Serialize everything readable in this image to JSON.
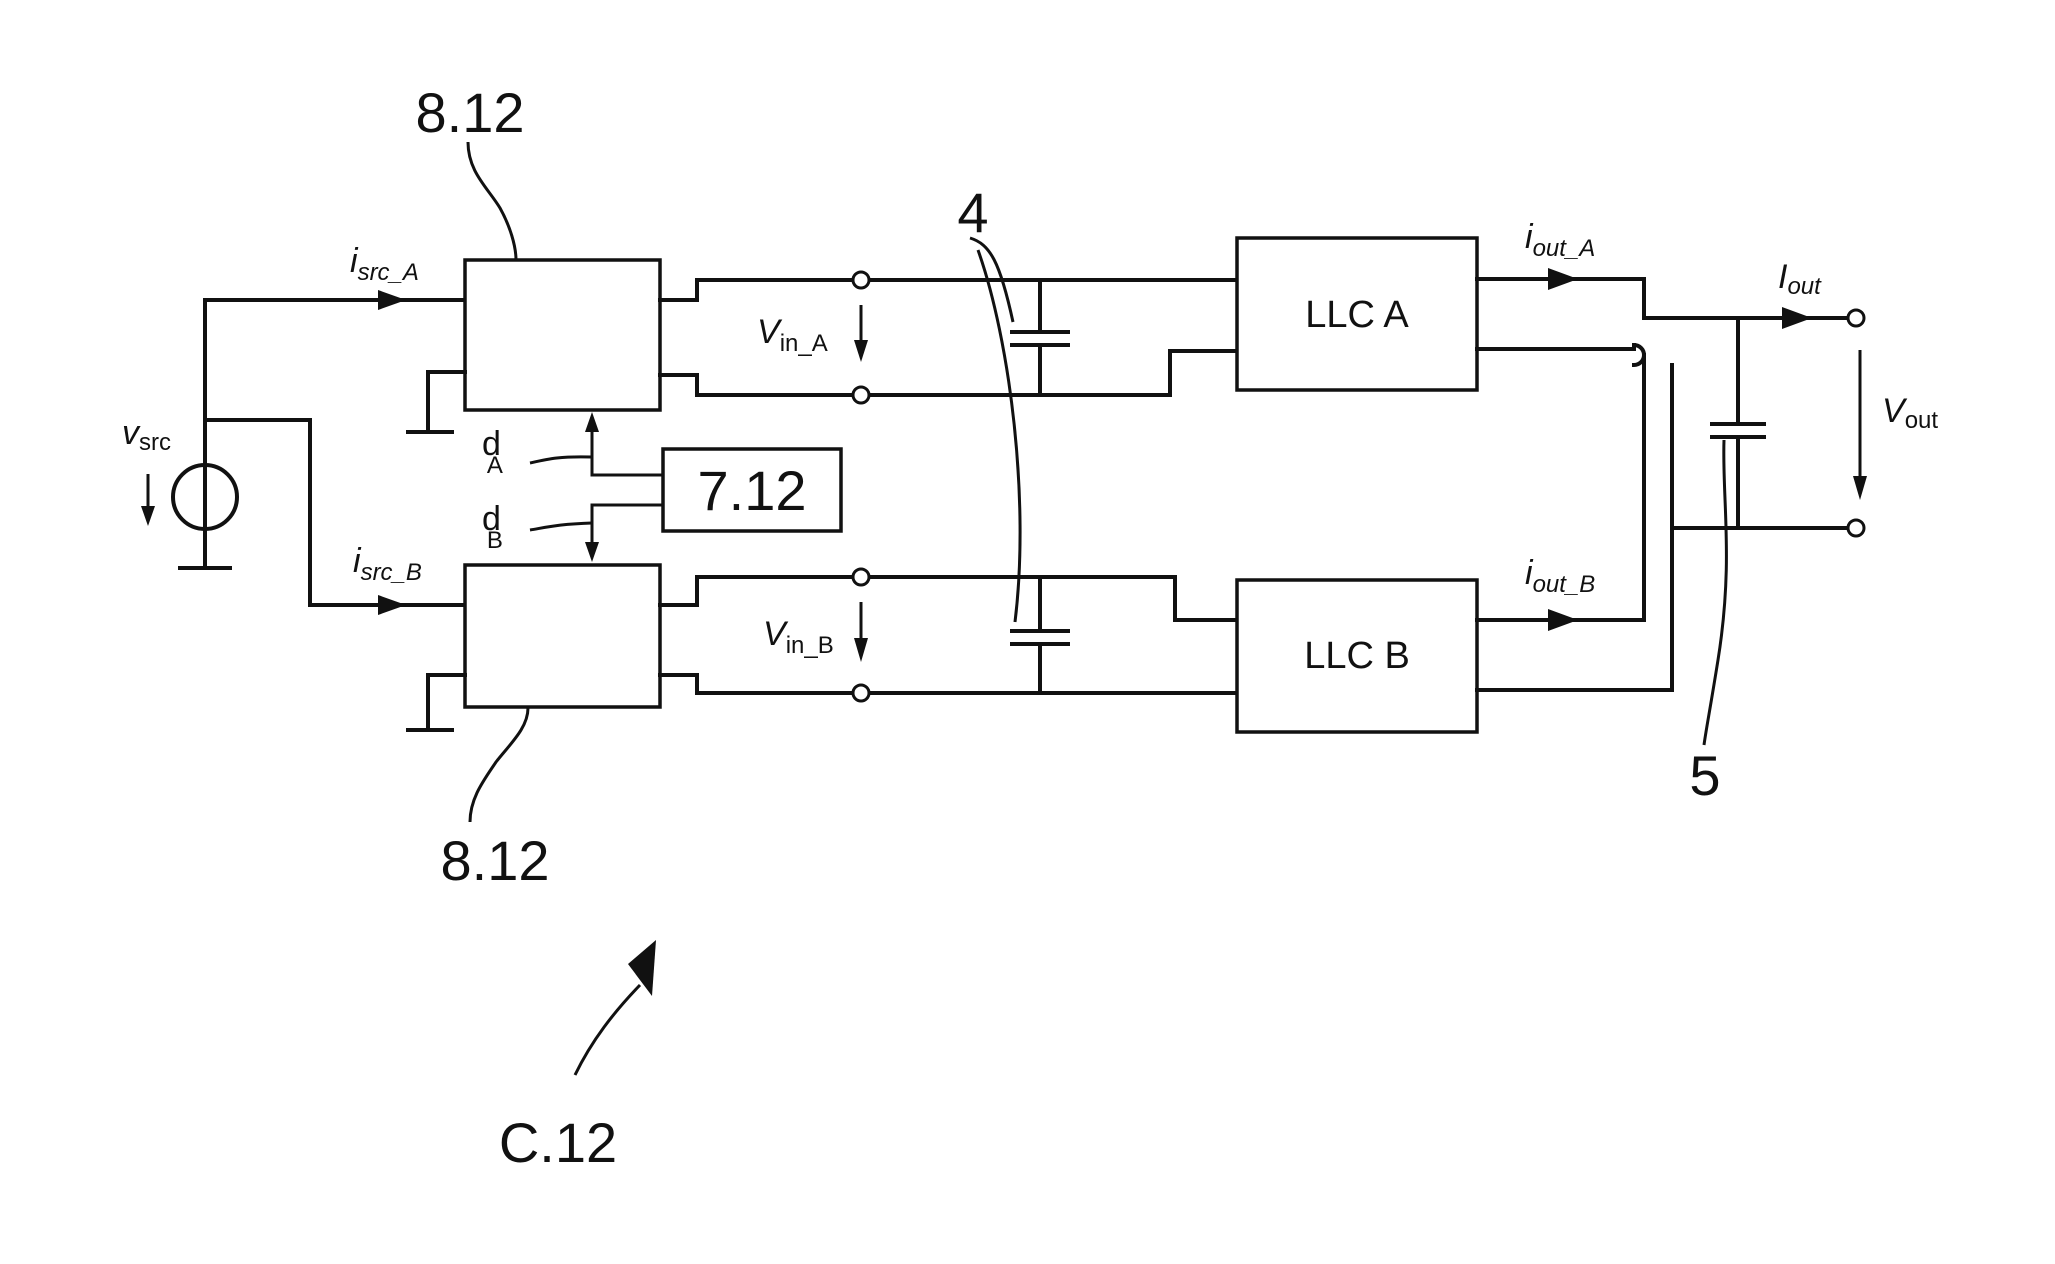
{
  "references": {
    "input_stage_top": "8.12",
    "input_stage_bottom": "8.12",
    "controller": "7.12",
    "input_capacitors": "4",
    "output_capacitor": "5",
    "converter": "C.12"
  },
  "blocks": {
    "llc_a": "LLC A",
    "llc_b": "LLC B"
  },
  "signals": {
    "v_src": {
      "main": "v",
      "sub": "src"
    },
    "i_src_a": {
      "main": "i",
      "sub": "src_A"
    },
    "i_src_b": {
      "main": "i",
      "sub": "src_B"
    },
    "d_a": {
      "main": "d",
      "sub": "A"
    },
    "d_b": {
      "main": "d",
      "sub": "B"
    },
    "v_in_a": {
      "main": "V",
      "sub": "in_A"
    },
    "v_in_b": {
      "main": "V",
      "sub": "in_B"
    },
    "i_out_a": {
      "main": "i",
      "sub": "out_A"
    },
    "i_out_b": {
      "main": "i",
      "sub": "out_B"
    },
    "i_out": {
      "main": "I",
      "sub": "out"
    },
    "v_out": {
      "main": "V",
      "sub": "out"
    }
  }
}
